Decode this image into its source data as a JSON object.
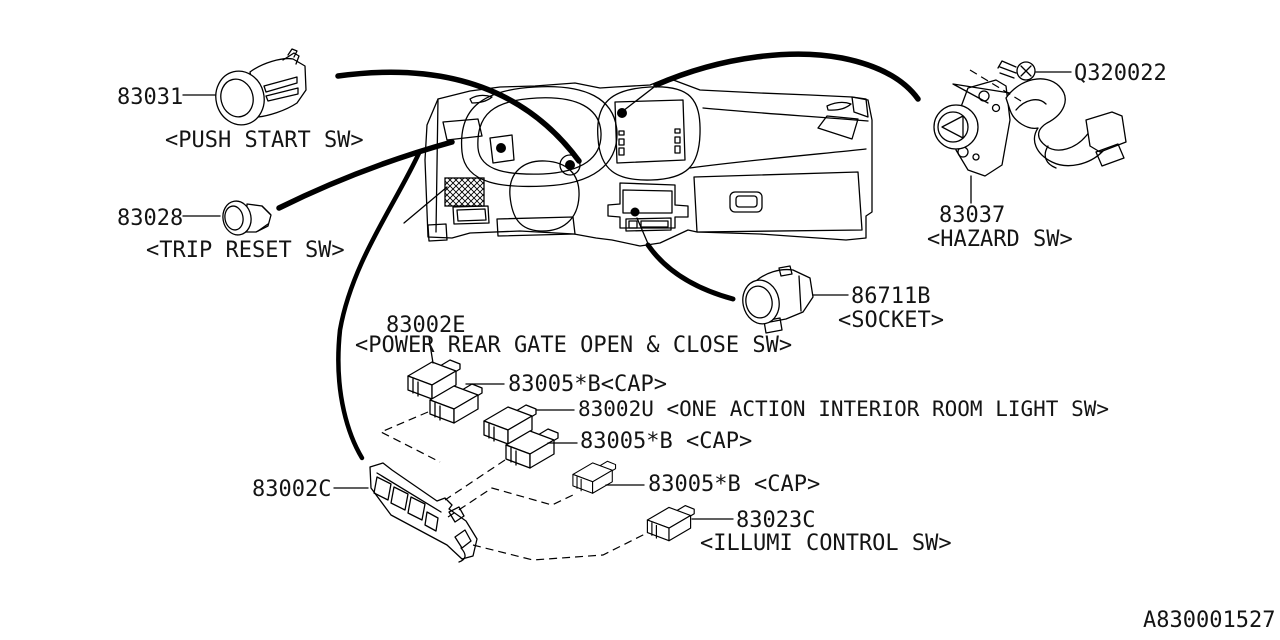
{
  "colors": {
    "ink": "#000000",
    "background": "#ffffff"
  },
  "drawing_number": "A830001527",
  "callouts": {
    "push_start": {
      "number": "83031",
      "label": "<PUSH START SW>"
    },
    "trip_reset": {
      "number": "83028",
      "label": "<TRIP RESET SW>"
    },
    "screw": {
      "number": "Q320022"
    },
    "hazard": {
      "number": "83037",
      "label": "<HAZARD SW>"
    },
    "socket": {
      "number": "86711B",
      "label": "<SOCKET>"
    },
    "rear_gate": {
      "number": "83002E",
      "label": "<POWER REAR GATE OPEN & CLOSE SW>"
    },
    "cap_top": {
      "text": "83005*B<CAP>"
    },
    "room_light": {
      "text": "83002U <ONE ACTION INTERIOR ROOM LIGHT SW>"
    },
    "cap_mid": {
      "text": "83005*B <CAP>"
    },
    "panel": {
      "number": "83002C"
    },
    "cap_bottom": {
      "text": "83005*B <CAP>"
    },
    "illumi": {
      "number": "83023C",
      "label": "<ILLUMI CONTROL SW>"
    }
  }
}
